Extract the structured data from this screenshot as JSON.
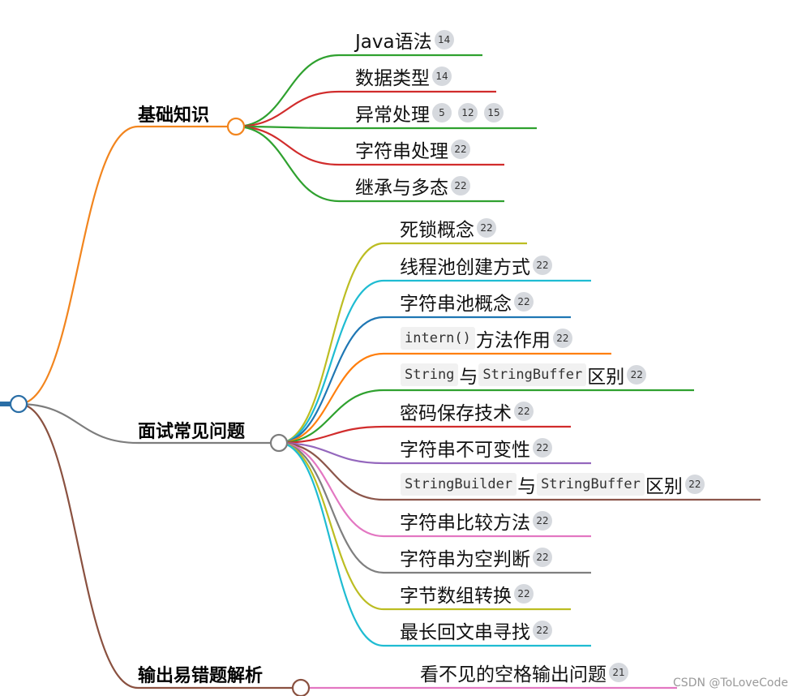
{
  "colors": {
    "root": "#2a6ea6",
    "basics": "#f2851e",
    "interview": "#7d7d7d",
    "errors": "#8a5140",
    "green": "#2fa12f",
    "red": "#d12c2c",
    "olive": "#bcbd22",
    "cyan": "#1fbcd2",
    "blue": "#1f77b4",
    "orange": "#ff7f0e",
    "purple": "#9467bd",
    "brown": "#8c564b",
    "pink": "#e377c2",
    "gray": "#7f7f7f"
  },
  "branches": [
    {
      "label": "基础知识",
      "color_key": "basics",
      "leaves": [
        {
          "parts": [
            {
              "t": "text",
              "v": "Java语法"
            }
          ],
          "badges": [
            "14"
          ],
          "color_key": "green"
        },
        {
          "parts": [
            {
              "t": "text",
              "v": "数据类型"
            }
          ],
          "badges": [
            "14"
          ],
          "color_key": "red"
        },
        {
          "parts": [
            {
              "t": "text",
              "v": "异常处理"
            }
          ],
          "badges": [
            "5",
            "12",
            "15"
          ],
          "color_key": "green"
        },
        {
          "parts": [
            {
              "t": "text",
              "v": "字符串处理"
            }
          ],
          "badges": [
            "22"
          ],
          "color_key": "red"
        },
        {
          "parts": [
            {
              "t": "text",
              "v": "继承与多态"
            }
          ],
          "badges": [
            "22"
          ],
          "color_key": "green"
        }
      ]
    },
    {
      "label": "面试常见问题",
      "color_key": "interview",
      "leaves": [
        {
          "parts": [
            {
              "t": "text",
              "v": "死锁概念"
            }
          ],
          "badges": [
            "22"
          ],
          "color_key": "olive"
        },
        {
          "parts": [
            {
              "t": "text",
              "v": "线程池创建方式"
            }
          ],
          "badges": [
            "22"
          ],
          "color_key": "cyan"
        },
        {
          "parts": [
            {
              "t": "text",
              "v": "字符串池概念"
            }
          ],
          "badges": [
            "22"
          ],
          "color_key": "blue"
        },
        {
          "parts": [
            {
              "t": "code",
              "v": "intern()"
            },
            {
              "t": "text",
              "v": "方法作用"
            }
          ],
          "badges": [
            "22"
          ],
          "color_key": "orange"
        },
        {
          "parts": [
            {
              "t": "code",
              "v": "String"
            },
            {
              "t": "text",
              "v": "与"
            },
            {
              "t": "code",
              "v": "StringBuffer"
            },
            {
              "t": "text",
              "v": "区别"
            }
          ],
          "badges": [
            "22"
          ],
          "color_key": "green"
        },
        {
          "parts": [
            {
              "t": "text",
              "v": "密码保存技术"
            }
          ],
          "badges": [
            "22"
          ],
          "color_key": "red"
        },
        {
          "parts": [
            {
              "t": "text",
              "v": "字符串不可变性"
            }
          ],
          "badges": [
            "22"
          ],
          "color_key": "purple"
        },
        {
          "parts": [
            {
              "t": "code",
              "v": "StringBuilder"
            },
            {
              "t": "text",
              "v": "与"
            },
            {
              "t": "code",
              "v": "StringBuffer"
            },
            {
              "t": "text",
              "v": "区别"
            }
          ],
          "badges": [
            "22"
          ],
          "color_key": "brown"
        },
        {
          "parts": [
            {
              "t": "text",
              "v": "字符串比较方法"
            }
          ],
          "badges": [
            "22"
          ],
          "color_key": "pink"
        },
        {
          "parts": [
            {
              "t": "text",
              "v": "字符串为空判断"
            }
          ],
          "badges": [
            "22"
          ],
          "color_key": "gray"
        },
        {
          "parts": [
            {
              "t": "text",
              "v": "字节数组转换"
            }
          ],
          "badges": [
            "22"
          ],
          "color_key": "olive"
        },
        {
          "parts": [
            {
              "t": "text",
              "v": "最长回文串寻找"
            }
          ],
          "badges": [
            "22"
          ],
          "color_key": "cyan"
        }
      ]
    },
    {
      "label": "输出易错题解析",
      "color_key": "errors",
      "leaves": [
        {
          "parts": [
            {
              "t": "text",
              "v": "看不见的空格输出问题"
            }
          ],
          "badges": [
            "21"
          ],
          "color_key": "pink"
        }
      ]
    }
  ],
  "watermark": "CSDN @ToLoveCode"
}
